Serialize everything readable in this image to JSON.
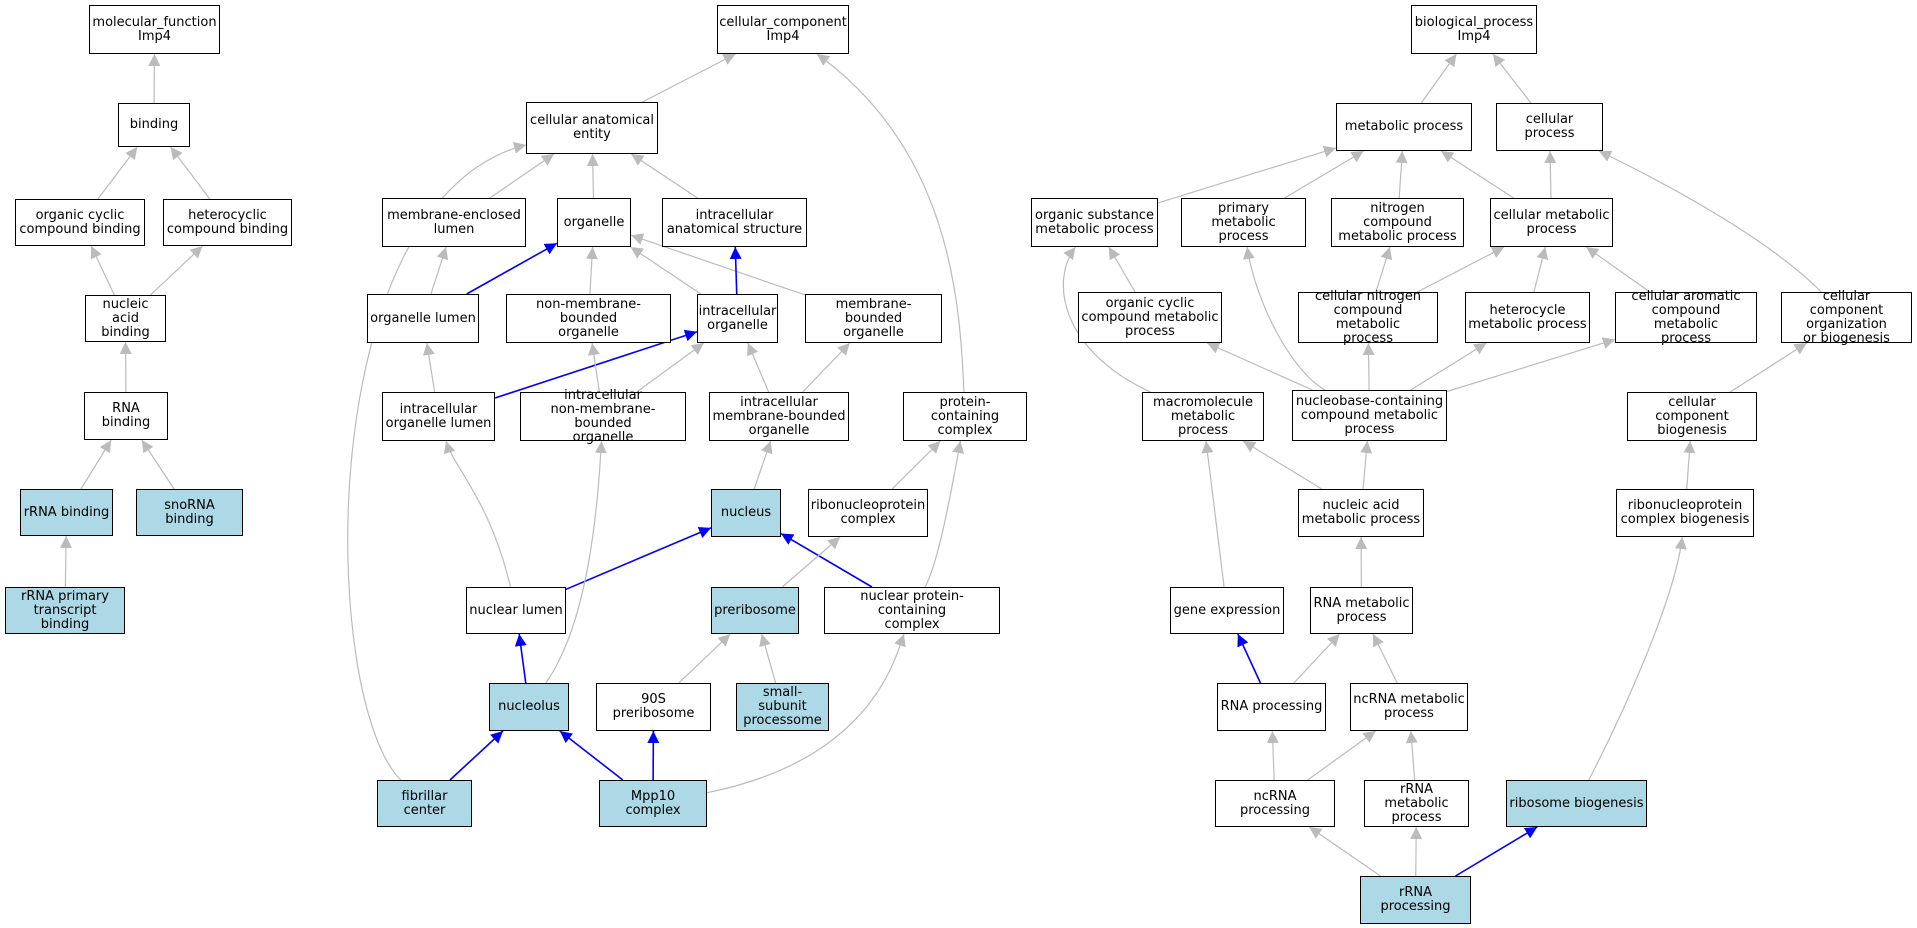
{
  "colors": {
    "highlight_fill": "#add8e6",
    "default_fill": "#ffffff",
    "border": "#000000",
    "edge_default": "#bbbbbb",
    "edge_highlight": "#0000ff"
  },
  "nodes": [
    {
      "id": "mf",
      "label": "molecular_function\nImp4",
      "highlight": false
    },
    {
      "id": "binding",
      "label": "binding",
      "highlight": false
    },
    {
      "id": "ocb",
      "label": "organic cyclic\ncompound binding",
      "highlight": false
    },
    {
      "id": "hcb",
      "label": "heterocyclic\ncompound binding",
      "highlight": false
    },
    {
      "id": "nab",
      "label": "nucleic acid\nbinding",
      "highlight": false
    },
    {
      "id": "rnab",
      "label": "RNA binding",
      "highlight": false
    },
    {
      "id": "rrnab",
      "label": "rRNA binding",
      "highlight": true
    },
    {
      "id": "snorna",
      "label": "snoRNA binding",
      "highlight": true
    },
    {
      "id": "rrnap",
      "label": "rRNA primary\ntranscript binding",
      "highlight": true
    },
    {
      "id": "cc",
      "label": "cellular_component\nImp4",
      "highlight": false
    },
    {
      "id": "cae",
      "label": "cellular anatomical\nentity",
      "highlight": false
    },
    {
      "id": "mel",
      "label": "membrane-enclosed\nlumen",
      "highlight": false
    },
    {
      "id": "org",
      "label": "organelle",
      "highlight": false
    },
    {
      "id": "ias",
      "label": "intracellular\nanatomical structure",
      "highlight": false
    },
    {
      "id": "orgl",
      "label": "organelle lumen",
      "highlight": false
    },
    {
      "id": "nmbo",
      "label": "non-membrane-bounded\norganelle",
      "highlight": false
    },
    {
      "id": "io",
      "label": "intracellular\norganelle",
      "highlight": false
    },
    {
      "id": "mbo",
      "label": "membrane-bounded\norganelle",
      "highlight": false
    },
    {
      "id": "iol",
      "label": "intracellular\norganelle lumen",
      "highlight": false
    },
    {
      "id": "inmbo",
      "label": "intracellular\nnon-membrane-bounded\norganelle",
      "highlight": false
    },
    {
      "id": "imbo",
      "label": "intracellular\nmembrane-bounded\norganelle",
      "highlight": false
    },
    {
      "id": "pcc",
      "label": "protein-containing\ncomplex",
      "highlight": false
    },
    {
      "id": "nucleus",
      "label": "nucleus",
      "highlight": true
    },
    {
      "id": "rnp",
      "label": "ribonucleoprotein\ncomplex",
      "highlight": false
    },
    {
      "id": "nl",
      "label": "nuclear lumen",
      "highlight": false
    },
    {
      "id": "prib",
      "label": "preribosome",
      "highlight": true
    },
    {
      "id": "npcc",
      "label": "nuclear protein-containing\ncomplex",
      "highlight": false
    },
    {
      "id": "nucleolus",
      "label": "nucleolus",
      "highlight": true
    },
    {
      "id": "p90s",
      "label": "90S preribosome",
      "highlight": false
    },
    {
      "id": "ssp",
      "label": "small-subunit\nprocessome",
      "highlight": true
    },
    {
      "id": "fc",
      "label": "fibrillar center",
      "highlight": true
    },
    {
      "id": "mpp10",
      "label": "Mpp10 complex",
      "highlight": true
    },
    {
      "id": "bp",
      "label": "biological_process\nImp4",
      "highlight": false
    },
    {
      "id": "mp",
      "label": "metabolic process",
      "highlight": false
    },
    {
      "id": "cp",
      "label": "cellular process",
      "highlight": false
    },
    {
      "id": "osmp",
      "label": "organic substance\nmetabolic process",
      "highlight": false
    },
    {
      "id": "pmp",
      "label": "primary metabolic\nprocess",
      "highlight": false
    },
    {
      "id": "ncmp",
      "label": "nitrogen compound\nmetabolic process",
      "highlight": false
    },
    {
      "id": "cmp",
      "label": "cellular metabolic\nprocess",
      "highlight": false
    },
    {
      "id": "occmp",
      "label": "organic cyclic\ncompound metabolic\nprocess",
      "highlight": false
    },
    {
      "id": "cncmp",
      "label": "cellular nitrogen\ncompound metabolic\nprocess",
      "highlight": false
    },
    {
      "id": "hmp",
      "label": "heterocycle\nmetabolic process",
      "highlight": false
    },
    {
      "id": "cacmp",
      "label": "cellular aromatic\ncompound metabolic\nprocess",
      "highlight": false
    },
    {
      "id": "ccob",
      "label": "cellular component\norganization\nor biogenesis",
      "highlight": false
    },
    {
      "id": "mmp",
      "label": "macromolecule\nmetabolic process",
      "highlight": false
    },
    {
      "id": "nbcmp",
      "label": "nucleobase-containing\ncompound metabolic\nprocess",
      "highlight": false
    },
    {
      "id": "ccb",
      "label": "cellular component\nbiogenesis",
      "highlight": false
    },
    {
      "id": "namp",
      "label": "nucleic acid\nmetabolic process",
      "highlight": false
    },
    {
      "id": "rnpcb",
      "label": "ribonucleoprotein\ncomplex biogenesis",
      "highlight": false
    },
    {
      "id": "ge",
      "label": "gene expression",
      "highlight": false
    },
    {
      "id": "rnamp",
      "label": "RNA metabolic\nprocess",
      "highlight": false
    },
    {
      "id": "rnap",
      "label": "RNA processing",
      "highlight": false
    },
    {
      "id": "ncrnamp",
      "label": "ncRNA metabolic\nprocess",
      "highlight": false
    },
    {
      "id": "ncrnap",
      "label": "ncRNA processing",
      "highlight": false
    },
    {
      "id": "rrnamp",
      "label": "rRNA metabolic\nprocess",
      "highlight": false
    },
    {
      "id": "rb",
      "label": "ribosome biogenesis",
      "highlight": true
    },
    {
      "id": "rrnaproc",
      "label": "rRNA processing",
      "highlight": true
    }
  ],
  "edges": [
    {
      "from": "binding",
      "to": "mf",
      "highlight": false
    },
    {
      "from": "ocb",
      "to": "binding",
      "highlight": false
    },
    {
      "from": "hcb",
      "to": "binding",
      "highlight": false
    },
    {
      "from": "nab",
      "to": "ocb",
      "highlight": false
    },
    {
      "from": "nab",
      "to": "hcb",
      "highlight": false
    },
    {
      "from": "rnab",
      "to": "nab",
      "highlight": false
    },
    {
      "from": "rrnab",
      "to": "rnab",
      "highlight": false
    },
    {
      "from": "snorna",
      "to": "rnab",
      "highlight": false
    },
    {
      "from": "rrnap",
      "to": "rrnab",
      "highlight": false
    },
    {
      "from": "cae",
      "to": "cc",
      "highlight": false
    },
    {
      "from": "pcc",
      "to": "cc",
      "highlight": false
    },
    {
      "from": "mel",
      "to": "cae",
      "highlight": false
    },
    {
      "from": "org",
      "to": "cae",
      "highlight": false
    },
    {
      "from": "ias",
      "to": "cae",
      "highlight": false
    },
    {
      "from": "fc",
      "to": "cae",
      "highlight": false
    },
    {
      "from": "orgl",
      "to": "mel",
      "highlight": false
    },
    {
      "from": "orgl",
      "to": "org",
      "highlight": true
    },
    {
      "from": "nmbo",
      "to": "org",
      "highlight": false
    },
    {
      "from": "io",
      "to": "org",
      "highlight": false
    },
    {
      "from": "mbo",
      "to": "org",
      "highlight": false
    },
    {
      "from": "io",
      "to": "ias",
      "highlight": true
    },
    {
      "from": "iol",
      "to": "orgl",
      "highlight": false
    },
    {
      "from": "iol",
      "to": "io",
      "highlight": true
    },
    {
      "from": "inmbo",
      "to": "nmbo",
      "highlight": false
    },
    {
      "from": "inmbo",
      "to": "io",
      "highlight": false
    },
    {
      "from": "imbo",
      "to": "io",
      "highlight": false
    },
    {
      "from": "imbo",
      "to": "mbo",
      "highlight": false
    },
    {
      "from": "nucleus",
      "to": "imbo",
      "highlight": false
    },
    {
      "from": "rnp",
      "to": "pcc",
      "highlight": false
    },
    {
      "from": "npcc",
      "to": "pcc",
      "highlight": false
    },
    {
      "from": "nl",
      "to": "iol",
      "highlight": false
    },
    {
      "from": "nl",
      "to": "nucleus",
      "highlight": true
    },
    {
      "from": "npcc",
      "to": "nucleus",
      "highlight": true
    },
    {
      "from": "prib",
      "to": "rnp",
      "highlight": false
    },
    {
      "from": "nucleolus",
      "to": "nl",
      "highlight": true
    },
    {
      "from": "nucleolus",
      "to": "inmbo",
      "highlight": false
    },
    {
      "from": "p90s",
      "to": "prib",
      "highlight": false
    },
    {
      "from": "ssp",
      "to": "prib",
      "highlight": false
    },
    {
      "from": "fc",
      "to": "nucleolus",
      "highlight": true
    },
    {
      "from": "mpp10",
      "to": "nucleolus",
      "highlight": true
    },
    {
      "from": "mpp10",
      "to": "p90s",
      "highlight": true
    },
    {
      "from": "mpp10",
      "to": "npcc",
      "highlight": false
    },
    {
      "from": "mp",
      "to": "bp",
      "highlight": false
    },
    {
      "from": "cp",
      "to": "bp",
      "highlight": false
    },
    {
      "from": "osmp",
      "to": "mp",
      "highlight": false
    },
    {
      "from": "pmp",
      "to": "mp",
      "highlight": false
    },
    {
      "from": "ncmp",
      "to": "mp",
      "highlight": false
    },
    {
      "from": "cmp",
      "to": "mp",
      "highlight": false
    },
    {
      "from": "cmp",
      "to": "cp",
      "highlight": false
    },
    {
      "from": "ccob",
      "to": "cp",
      "highlight": false
    },
    {
      "from": "occmp",
      "to": "osmp",
      "highlight": false
    },
    {
      "from": "mmp",
      "to": "osmp",
      "highlight": false
    },
    {
      "from": "nbcmp",
      "to": "pmp",
      "highlight": false
    },
    {
      "from": "cncmp",
      "to": "ncmp",
      "highlight": false
    },
    {
      "from": "cncmp",
      "to": "cmp",
      "highlight": false
    },
    {
      "from": "hmp",
      "to": "cmp",
      "highlight": false
    },
    {
      "from": "cacmp",
      "to": "cmp",
      "highlight": false
    },
    {
      "from": "nbcmp",
      "to": "occmp",
      "highlight": false
    },
    {
      "from": "nbcmp",
      "to": "cncmp",
      "highlight": false
    },
    {
      "from": "nbcmp",
      "to": "hmp",
      "highlight": false
    },
    {
      "from": "nbcmp",
      "to": "cacmp",
      "highlight": false
    },
    {
      "from": "ccb",
      "to": "ccob",
      "highlight": false
    },
    {
      "from": "namp",
      "to": "mmp",
      "highlight": false
    },
    {
      "from": "namp",
      "to": "nbcmp",
      "highlight": false
    },
    {
      "from": "rnpcb",
      "to": "ccb",
      "highlight": false
    },
    {
      "from": "ge",
      "to": "mmp",
      "highlight": false
    },
    {
      "from": "rnamp",
      "to": "namp",
      "highlight": false
    },
    {
      "from": "rnap",
      "to": "ge",
      "highlight": true
    },
    {
      "from": "rnap",
      "to": "rnamp",
      "highlight": false
    },
    {
      "from": "ncrnamp",
      "to": "rnamp",
      "highlight": false
    },
    {
      "from": "ncrnap",
      "to": "rnap",
      "highlight": false
    },
    {
      "from": "ncrnap",
      "to": "ncrnamp",
      "highlight": false
    },
    {
      "from": "rrnamp",
      "to": "ncrnamp",
      "highlight": false
    },
    {
      "from": "rb",
      "to": "rnpcb",
      "highlight": false
    },
    {
      "from": "rrnaproc",
      "to": "ncrnap",
      "highlight": false
    },
    {
      "from": "rrnaproc",
      "to": "rrnamp",
      "highlight": false
    },
    {
      "from": "rrnaproc",
      "to": "rb",
      "highlight": true
    }
  ]
}
